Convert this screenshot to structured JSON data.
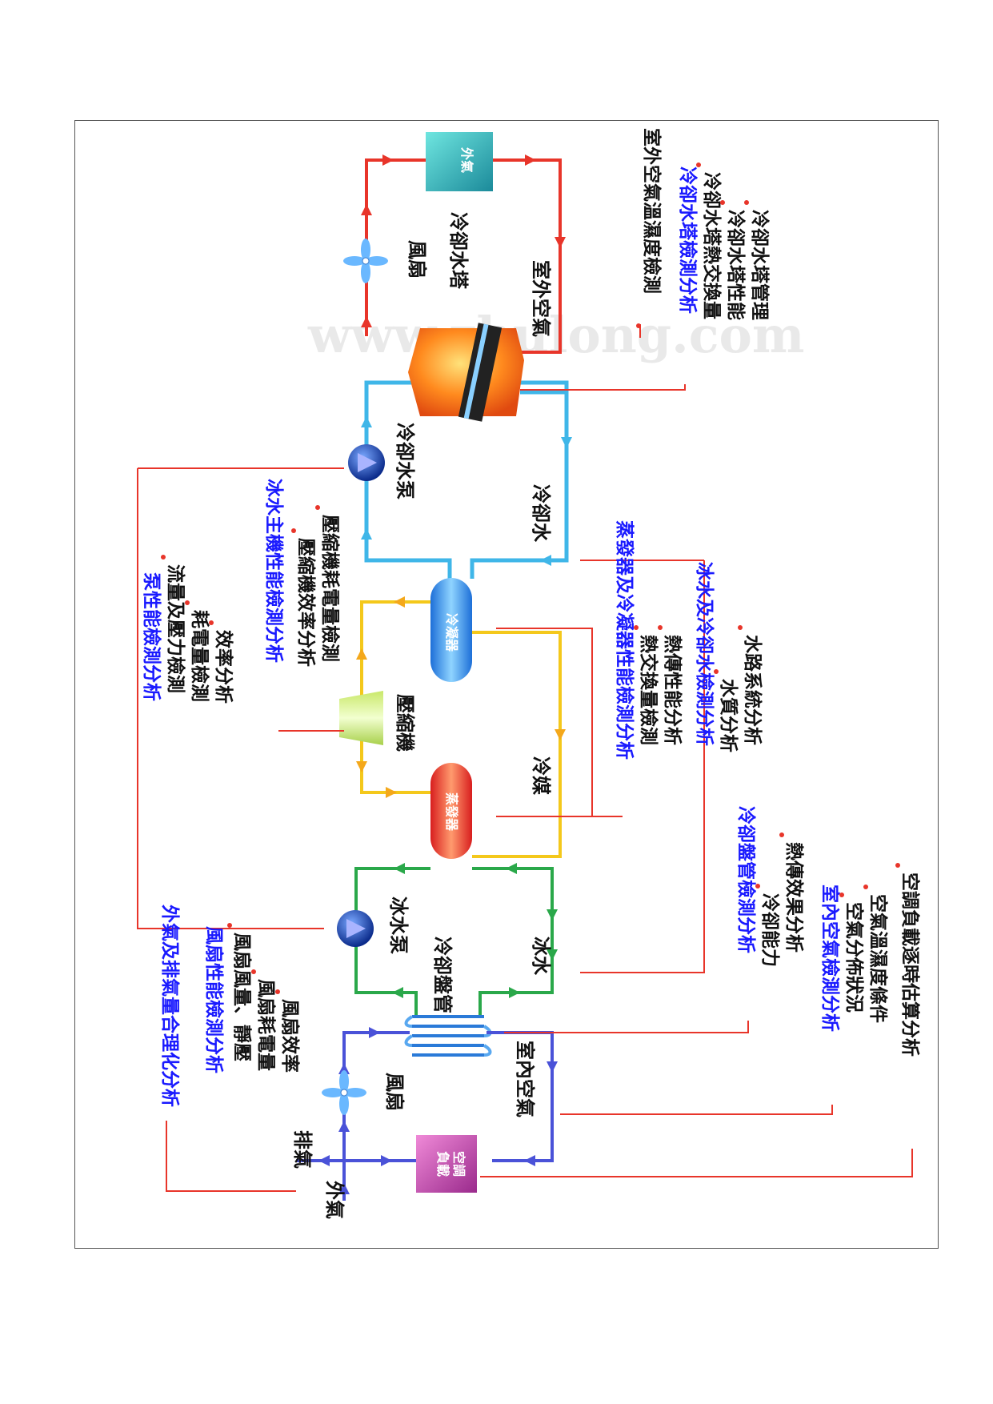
{
  "colors": {
    "red": "#e8352a",
    "cyan": "#3fb6e8",
    "yellow": "#f4c81b",
    "green": "#2aa84a",
    "blue": "#4a52d8",
    "title": "#1a1aff"
  },
  "components": {
    "outside_air_box": "外氣",
    "cooling_tower": "冷卻水塔",
    "tower_fan": "風扇",
    "outdoor_air": "室外空氣",
    "cooling_water_pump": "冷卻水泵",
    "cooling_water": "冷卻水",
    "condenser": "冷凝器",
    "compressor": "壓縮機",
    "evaporator": "蒸發器",
    "refrigerant": "冷媒",
    "chilled_water_pump": "冰水泵",
    "chilled_water": "冰水",
    "cooling_coil": "冷卻盤管",
    "ahu_fan": "風扇",
    "indoor_air": "室內空氣",
    "air_load_line1": "空調",
    "air_load_line2": "負載",
    "exhaust": "排氣",
    "outside_air": "外氣"
  },
  "panels": {
    "tower": {
      "title": "冷卻水塔檢測分析",
      "items": [
        "冷卻水塔熱交換量",
        "冷卻水塔性能",
        "冷卻水塔管理"
      ]
    },
    "outdoor_hum": "室外空氣溫濕度檢測",
    "pump": {
      "title": "泵性能檢測分析",
      "items": [
        "流量及壓力檢測",
        "耗電量檢測",
        "效率分析"
      ]
    },
    "chiller": {
      "title": "冰水主機性能檢測分析",
      "items": [
        "壓縮機效率分析",
        "壓縮機耗電量檢測"
      ]
    },
    "evap_cond": {
      "title": "蒸發器及冷凝器性能檢測分析",
      "items": [
        "熱交換量檢測",
        "熱傳性能分析"
      ]
    },
    "water": {
      "title": "冰水及冷卻水檢測分析",
      "items": [
        "水質分析",
        "水路系統分析"
      ]
    },
    "coil": {
      "title": "冷卻盤管檢測分析",
      "items": [
        "冷卻能力",
        "熱傳效果分析"
      ]
    },
    "indoor": {
      "title": "室內空氣檢測分析",
      "items": [
        "空氣分佈狀況",
        "空氣溫濕度條件",
        "空調負載逐時估算分析"
      ]
    },
    "fan": {
      "title": "風扇性能檢測分析",
      "items": [
        "風扇風量、靜壓",
        "風扇耗電量",
        "風扇效率"
      ]
    },
    "exhaust_title": "外氣及排氣量合理化分析"
  },
  "watermark": "www.zhulong.com"
}
